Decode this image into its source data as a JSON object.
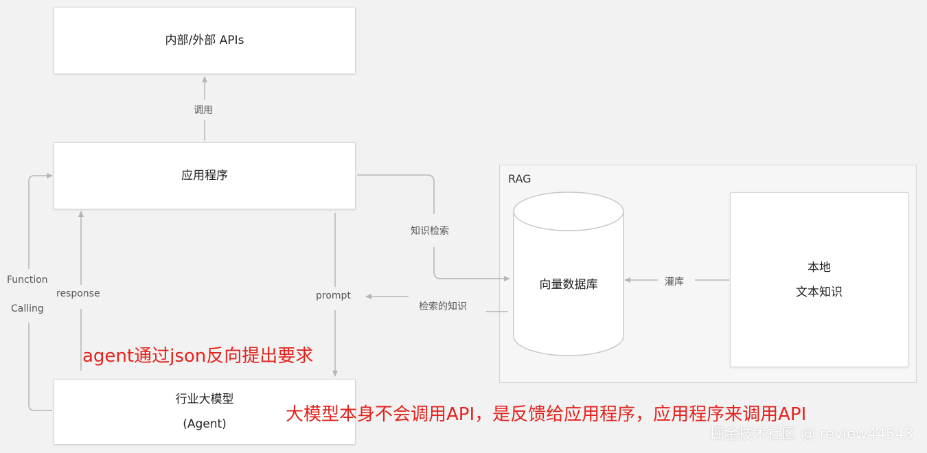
{
  "boxes": {
    "apis": "内部/外部 APIs",
    "app": "应用程序",
    "model_line1": "行业大模型",
    "model_line2": "(Agent)",
    "vector_db": "向量数据库",
    "local_line1": "本地",
    "local_line2": "文本知识"
  },
  "rag_title": "RAG",
  "edges": {
    "call": "调用",
    "function_calling_line1": "Function",
    "function_calling_line2": "Calling",
    "response": "response",
    "prompt": "prompt",
    "knowledge_retrieval": "知识检索",
    "retrieved_knowledge": "检索的知识",
    "ingest": "灌库"
  },
  "annotations": {
    "json_request": "agent通过json反向提出要求",
    "no_direct_api": "大模型本身不会调用API，是反馈给应用程序，应用程序来调用API"
  },
  "watermark": "掘金技术社区 @ review44543",
  "colors": {
    "line": "#b5b5b5",
    "annotation": "#e3231e"
  }
}
